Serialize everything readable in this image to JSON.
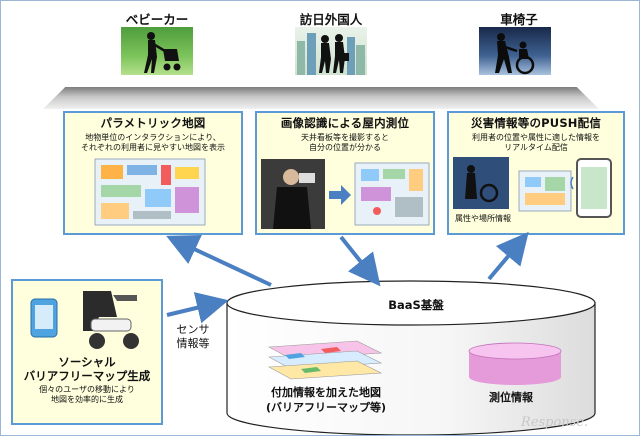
{
  "users": [
    {
      "label": "ベビーカー"
    },
    {
      "label": "訪日外国人"
    },
    {
      "label": "車椅子"
    }
  ],
  "panels": [
    {
      "title": "パラメトリック地図",
      "desc": [
        "地物単位のインタラクションにより、",
        "それぞれの利用者に見やすい地図を表示"
      ]
    },
    {
      "title": "画像認識による屋内測位",
      "desc": [
        "天井看板等を撮影すると",
        "自分の位置が分かる"
      ]
    },
    {
      "title": "災害情報等のPUSH配信",
      "desc": [
        "利用者の位置や属性に適した情報を",
        "リアルタイム配信"
      ],
      "inner_label": "属性や場所情報"
    }
  ],
  "social": {
    "title_line1": "ソーシャル",
    "title_line2": "バリアフリーマップ生成",
    "desc": [
      "個々のユーザの移動により",
      "地図を効率的に生成"
    ]
  },
  "sensor": {
    "line1": "センサ",
    "line2": "情報等"
  },
  "baas": {
    "title": "BaaS基盤",
    "map_label_line1": "付加情報を加えた地図",
    "map_label_line2": "(バリアフリーマップ等)",
    "positioning_label": "測位情報"
  },
  "watermark": "Response.",
  "colors": {
    "panel_bg": "#ffffdd",
    "panel_border": "#5b9bd5",
    "arrow": "#4a7fc1",
    "cylinder_pink": "#f3a9e8"
  }
}
